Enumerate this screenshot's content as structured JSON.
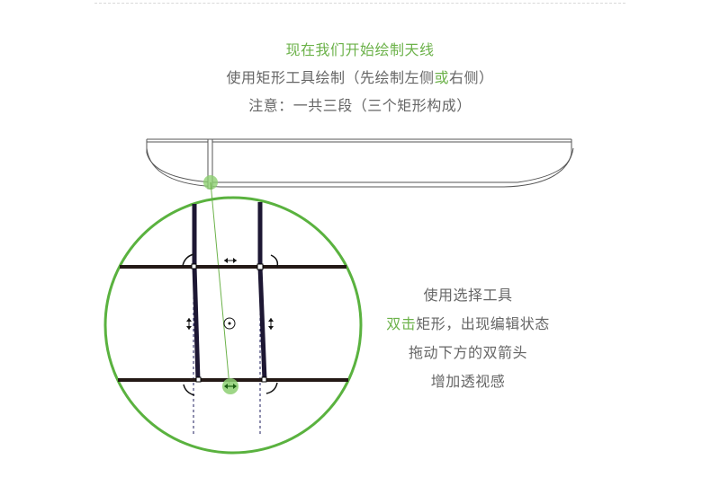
{
  "header": {
    "line1": "现在我们开始绘制天线",
    "line2_prefix": "使用矩形工具绘制（先绘制左侧",
    "line2_highlight": "或",
    "line2_suffix": "右侧）",
    "line3": "注意：一共三段（三个矩形构成）"
  },
  "instructions": {
    "line1": "使用选择工具",
    "line2_highlight": "双击",
    "line2_suffix": "矩形，出现编辑状态",
    "line3": "拖动下方的双箭头",
    "line4": "增加透视感"
  },
  "colors": {
    "accent_green": "#6cb24a",
    "text_gray": "#666666",
    "stroke_dark": "#231815"
  }
}
